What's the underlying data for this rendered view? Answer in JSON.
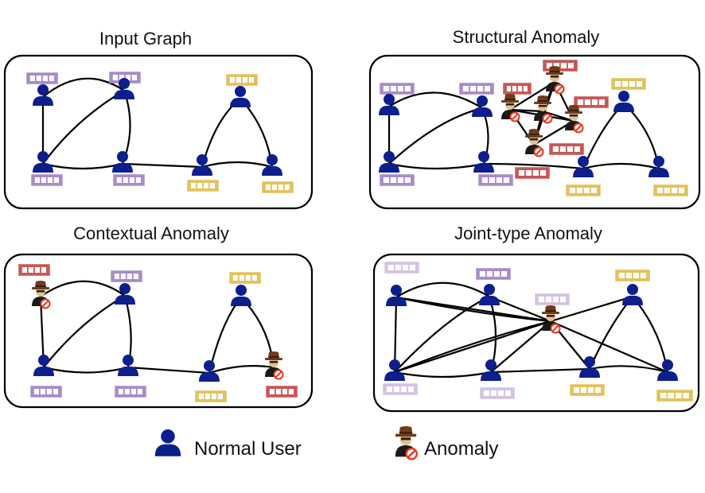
{
  "panels": [
    {
      "id": "input-graph",
      "title": "Input Graph"
    },
    {
      "id": "structural-anomaly",
      "title": "Structural Anomaly"
    },
    {
      "id": "contextual-anomaly",
      "title": "Contextual Anomaly"
    },
    {
      "id": "joint-type-anomaly",
      "title": "Joint-type Anomaly"
    }
  ],
  "legend": {
    "normal_user": "Normal User",
    "anomaly": "Anomaly"
  },
  "colors": {
    "user": "#0d1f8c",
    "purple_attr": "#a88bc9",
    "purple_attr_light": "#d4c2e3",
    "yellow_attr": "#e2c25a",
    "red_attr": "#c85656",
    "anomaly_hat": "#6e3b1e",
    "anomaly_badge": "#e8361e",
    "edge": "#000000"
  },
  "icons": {
    "normal": "user-icon",
    "anomaly": "anomaly-icon",
    "attribute": "attribute-vector"
  }
}
